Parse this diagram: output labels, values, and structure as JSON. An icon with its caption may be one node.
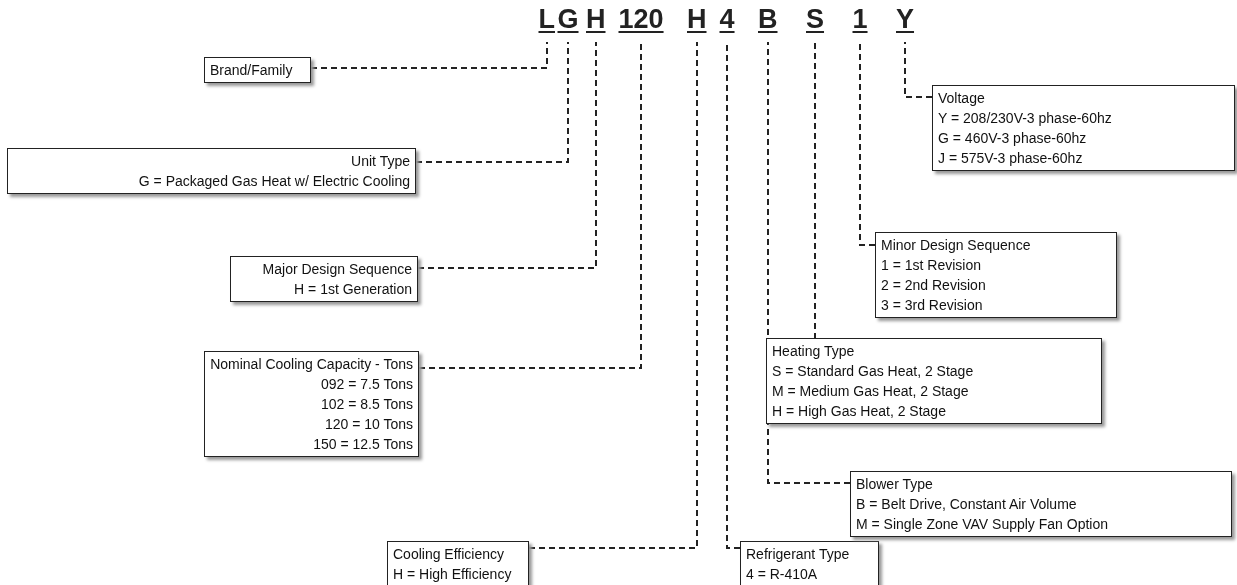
{
  "diagram": {
    "nodes": [
      {
        "text": [
          "L"
        ]
      },
      {
        "text": [
          "G"
        ]
      },
      {
        "text": [
          "H"
        ]
      },
      {
        "text": [
          "120"
        ]
      },
      {
        "text": [
          "H"
        ]
      },
      {
        "text": [
          "4"
        ]
      },
      {
        "text": [
          "B"
        ]
      },
      {
        "text": [
          "S"
        ]
      },
      {
        "text": [
          "1"
        ]
      },
      {
        "text": [
          "Y"
        ]
      },
      {
        "text": [
          "Brand/Family"
        ]
      },
      {
        "text": [
          "Unit Type",
          "G = Packaged Gas Heat w/ Electric Cooling"
        ]
      },
      {
        "text": [
          "Major Design Sequence",
          "H = 1st Generation"
        ]
      },
      {
        "text": [
          "Nominal Cooling Capacity - Tons",
          "092 = 7.5 Tons",
          "102 = 8.5 Tons",
          "120 = 10 Tons",
          "150 = 12.5 Tons"
        ]
      },
      {
        "text": [
          "Cooling Efficiency",
          "H = High Efficiency"
        ]
      },
      {
        "text": [
          "Refrigerant Type",
          "4 = R-410A"
        ]
      },
      {
        "text": [
          "Blower Type",
          "B = Belt Drive, Constant Air Volume",
          "M = Single Zone VAV Supply Fan Option"
        ]
      },
      {
        "text": [
          "Heating Type",
          "S = Standard Gas Heat, 2 Stage",
          "M = Medium Gas Heat, 2 Stage",
          "H = High Gas Heat, 2 Stage"
        ]
      },
      {
        "text": [
          "Minor Design Sequence",
          "1 = 1st Revision",
          "2 = 2nd Revision",
          "3 = 3rd Revision"
        ]
      },
      {
        "text": [
          "Voltage",
          "Y = 208/230V-3 phase-60hz",
          "G = 460V-3 phase-60hz",
          "J = 575V-3 phase-60hz"
        ]
      }
    ],
    "edges": [
      {
        "from": 10,
        "to": 0,
        "arrow": "none",
        "style": "dashed"
      },
      {
        "from": 11,
        "to": 1,
        "arrow": "none",
        "style": "dashed"
      },
      {
        "from": 12,
        "to": 2,
        "arrow": "none",
        "style": "dashed"
      },
      {
        "from": 13,
        "to": 3,
        "arrow": "none",
        "style": "dashed"
      },
      {
        "from": 14,
        "to": 4,
        "arrow": "none",
        "style": "dashed"
      },
      {
        "from": 15,
        "to": 5,
        "arrow": "none",
        "style": "dashed"
      },
      {
        "from": 16,
        "to": 6,
        "arrow": "none",
        "style": "dashed"
      },
      {
        "from": 17,
        "to": 7,
        "arrow": "none",
        "style": "dashed"
      },
      {
        "from": 18,
        "to": 8,
        "arrow": "none",
        "style": "dashed"
      },
      {
        "from": 19,
        "to": 9,
        "arrow": "none",
        "style": "dashed"
      }
    ]
  }
}
